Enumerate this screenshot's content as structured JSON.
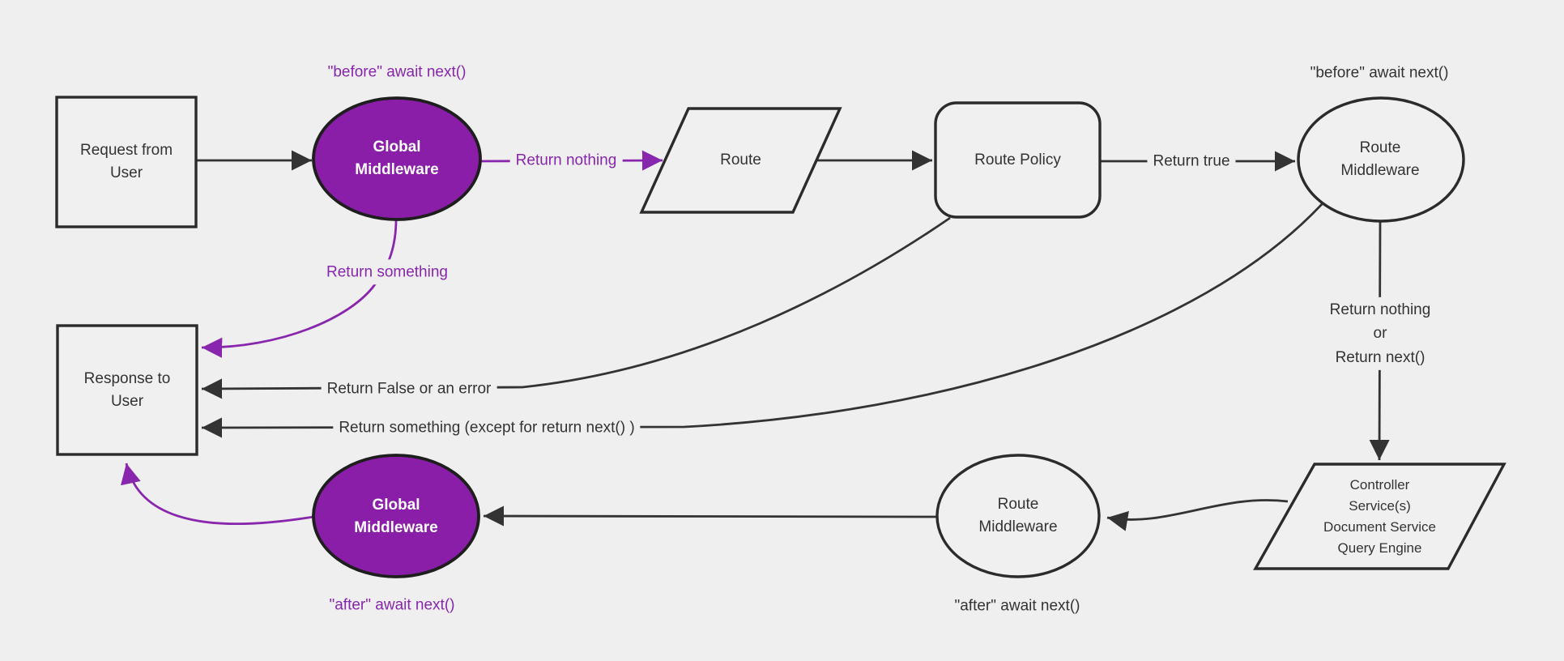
{
  "colors": {
    "background": "#efefef",
    "node_fill": "#f0f0f0",
    "node_stroke": "#2b2b2b",
    "purple_fill": "#8a1ea8",
    "purple_accent": "#8827ad",
    "text": "#333333",
    "white_text": "#ffffff"
  },
  "nodes": {
    "request": {
      "label": "Request from User"
    },
    "global_middleware_top": {
      "label": "Global Middleware"
    },
    "route": {
      "label": "Route"
    },
    "route_policy": {
      "label": "Route Policy"
    },
    "route_middleware_top": {
      "label": "Route Middleware"
    },
    "controller": {
      "lines": [
        "Controller",
        "Service(s)",
        "Document Service",
        "Query Engine"
      ]
    },
    "route_middleware_bottom": {
      "label": "Route Middleware"
    },
    "global_middleware_bottom": {
      "label": "Global Middleware"
    },
    "response": {
      "label": "Response to User"
    }
  },
  "edge_labels": {
    "before_await_next_top": "\"before\" await next()",
    "before_await_next_right": "\"before\" await next()",
    "return_nothing": "Return nothing",
    "return_true": "Return true",
    "return_nothing_or_next": [
      "Return nothing",
      "or",
      "Return next()"
    ],
    "return_something": "Return something",
    "return_false_or_error": "Return False or an error",
    "return_something_except": "Return something (except for return next() )",
    "after_await_next_bottom_left": "\"after\" await next()",
    "after_await_next_bottom_middle": "\"after\" await next()"
  },
  "edges": [
    {
      "from": "Request from User",
      "to": "Global Middleware (before)",
      "label": ""
    },
    {
      "from": "Global Middleware (before)",
      "to": "Route",
      "label": "Return nothing"
    },
    {
      "from": "Route",
      "to": "Route Policy",
      "label": ""
    },
    {
      "from": "Route Policy",
      "to": "Route Middleware (before)",
      "label": "Return true"
    },
    {
      "from": "Route Middleware (before)",
      "to": "Controller / Service(s) / Document Service / Query Engine",
      "label": "Return nothing or Return next()"
    },
    {
      "from": "Controller / Service(s) / Document Service / Query Engine",
      "to": "Route Middleware (after)",
      "label": ""
    },
    {
      "from": "Route Middleware (after)",
      "to": "Global Middleware (after)",
      "label": ""
    },
    {
      "from": "Global Middleware (after)",
      "to": "Response to User",
      "label": ""
    },
    {
      "from": "Global Middleware (before)",
      "to": "Response to User",
      "label": "Return something"
    },
    {
      "from": "Route Policy",
      "to": "Response to User",
      "label": "Return False or an error"
    },
    {
      "from": "Route Middleware (before)",
      "to": "Response to User",
      "label": "Return something (except for return next() )"
    }
  ]
}
